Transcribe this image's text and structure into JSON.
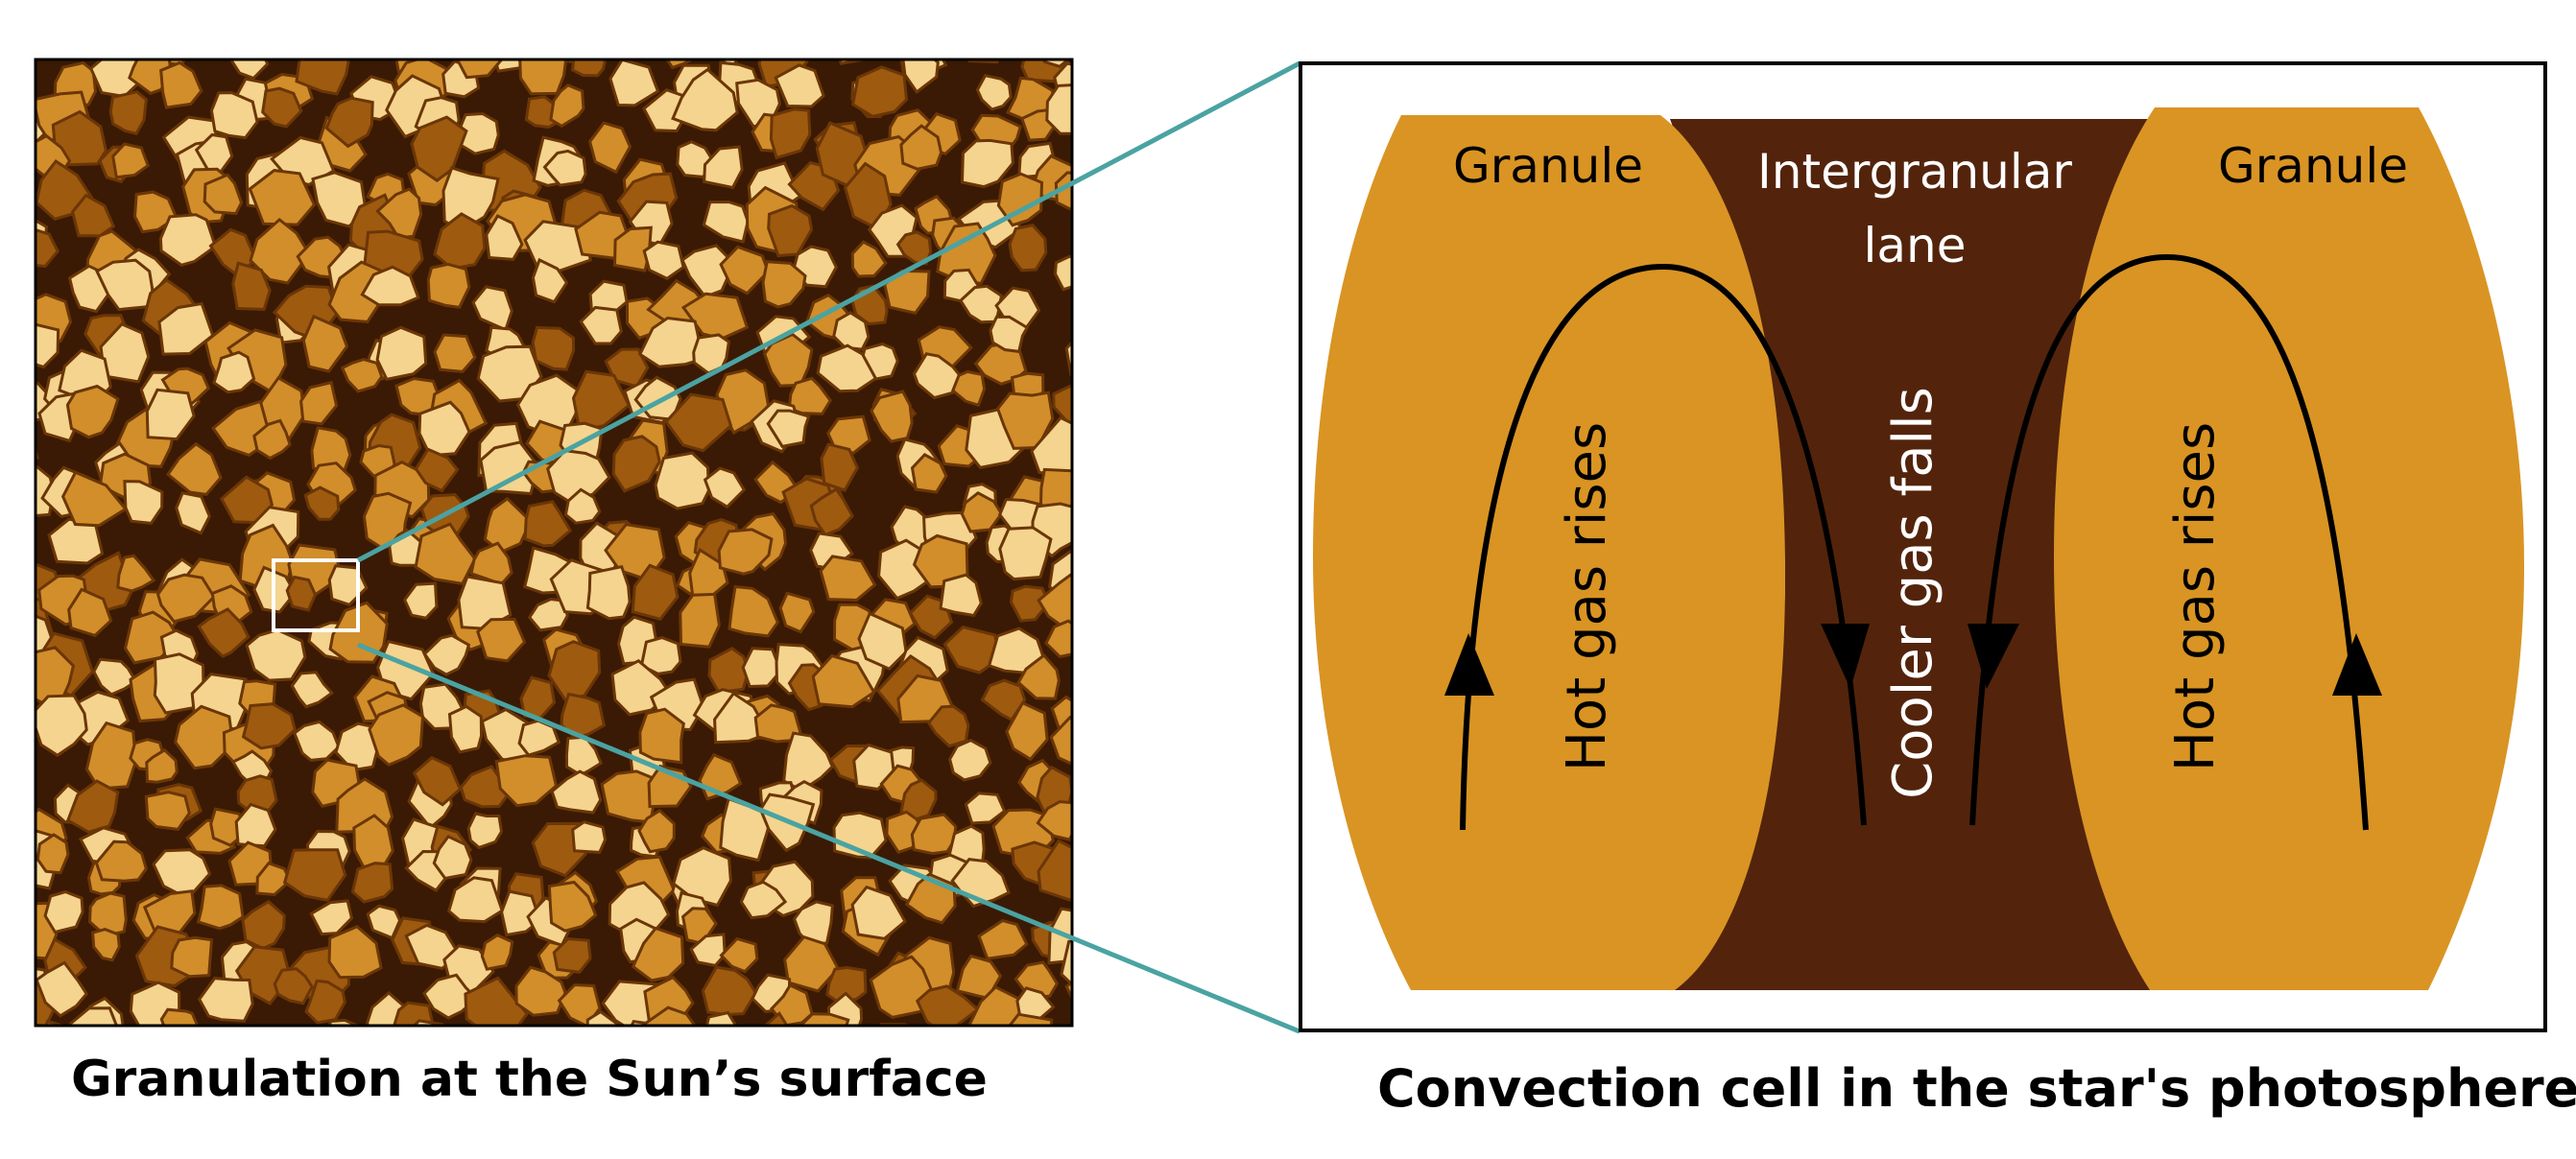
{
  "left_panel": {
    "caption": "Granulation at the Sun’s surface"
  },
  "right_panel": {
    "caption": "Convection cell in the star's photosphere.",
    "label_granule_left": "Granule",
    "label_granule_right": "Granule",
    "label_lane_line1": "Intergranular",
    "label_lane_line2": "lane",
    "label_rise_left": "Hot gas rises",
    "label_rise_right": "Hot gas rises",
    "label_fall": "Cooler gas falls"
  },
  "colors": {
    "granule": "#D99423",
    "lane": "#53240B",
    "connector": "#4AA3A2",
    "surface_dark": "#3a1a04",
    "surface_mid": "#9e5a0e",
    "surface_light": "#f4d48e"
  }
}
